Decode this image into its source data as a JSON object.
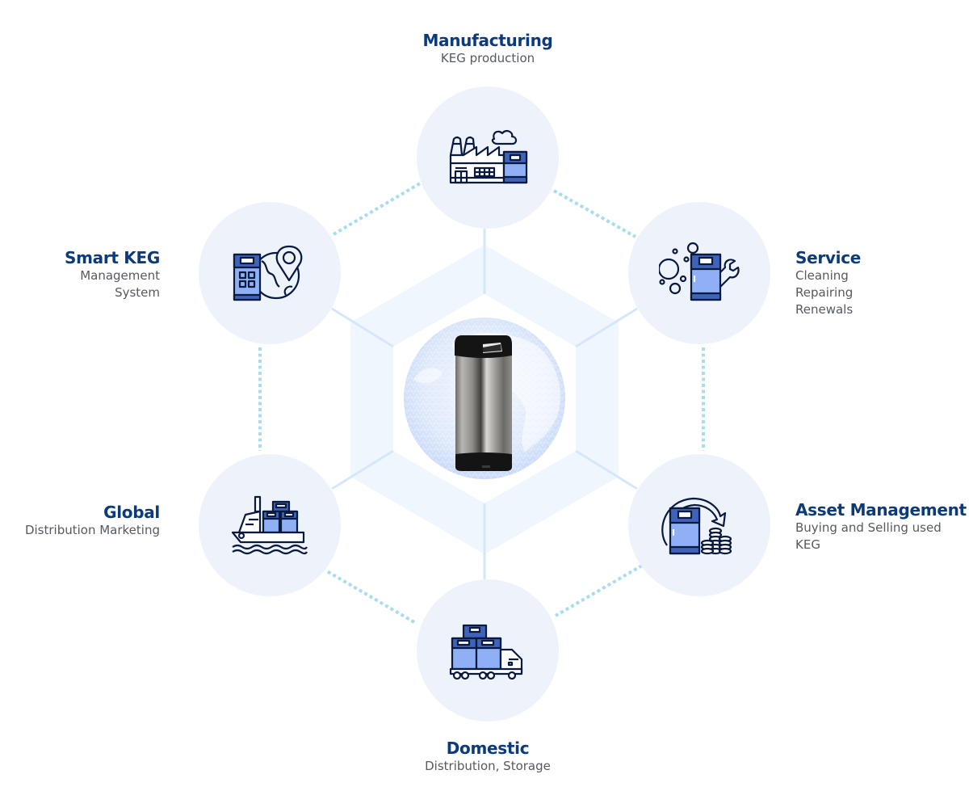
{
  "diagram": {
    "center": {
      "image": "stainless-steel-keg-on-globe"
    },
    "nodes": [
      {
        "id": "manufacturing",
        "title": "Manufacturing",
        "lines": [
          "KEG production"
        ],
        "icon": "factory-icon"
      },
      {
        "id": "service",
        "title": "Service",
        "lines": [
          "Cleaning",
          "Repairing",
          "Renewals"
        ],
        "icon": "keg-wrench-bubbles-icon"
      },
      {
        "id": "asset-management",
        "title": "Asset Management",
        "lines": [
          "Buying and Selling used KEG"
        ],
        "icon": "keg-coins-cycle-icon"
      },
      {
        "id": "domestic",
        "title": "Domestic",
        "lines": [
          "Distribution, Storage"
        ],
        "icon": "truck-kegs-icon"
      },
      {
        "id": "global",
        "title": "Global",
        "lines": [
          "Distribution Marketing"
        ],
        "icon": "cargo-ship-icon"
      },
      {
        "id": "smart-keg",
        "title": "Smart KEG",
        "lines": [
          "Management",
          "System"
        ],
        "icon": "keg-qr-globe-pin-icon"
      }
    ],
    "colors": {
      "title": "#0d3a7a",
      "subtitle": "#555a60",
      "node_fill": "#edf2fb",
      "hexagon_fill": "#f0f6fd",
      "connector_solid": "#d6e6fb",
      "connector_dotted": "#a8dcf0",
      "icon_stroke": "#0a1a3f",
      "icon_fill_dark": "#3f63b8",
      "icon_fill_light": "#8fb0f5"
    }
  }
}
